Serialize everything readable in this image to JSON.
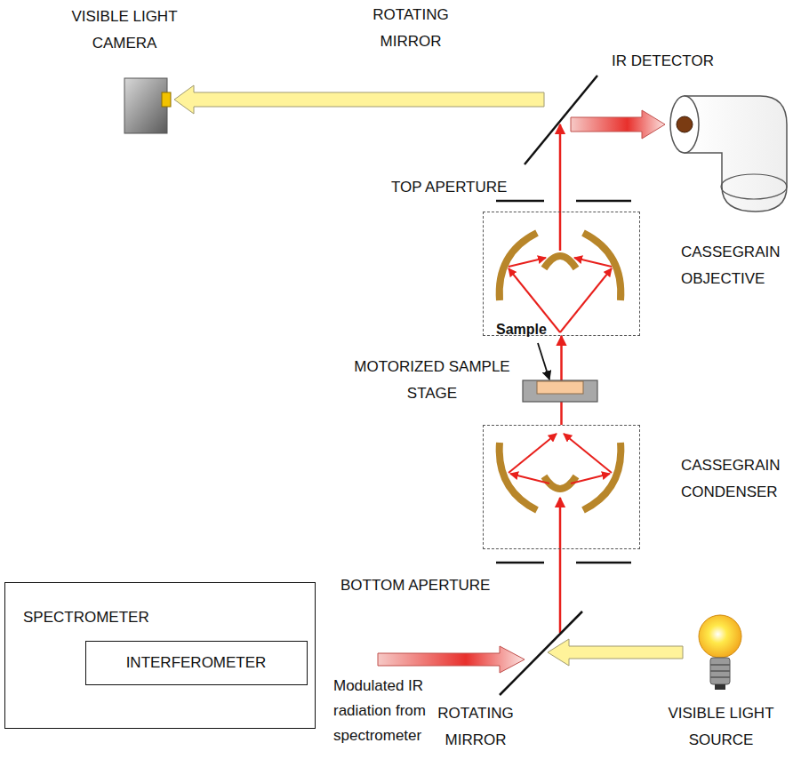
{
  "diagram": {
    "nodes": [
      {
        "text": [
          "SPECTROMETER"
        ]
      },
      {
        "text": [
          "INTERFEROMETER"
        ],
        "in": 0
      },
      {
        "text": [
          "CASSEGRAIN OBJECTIVE"
        ]
      },
      {
        "text": [
          "CASSEGRAIN CONDENSER"
        ]
      }
    ],
    "edges": [
      {
        "from": 3,
        "to": 2,
        "arrow": "to"
      }
    ],
    "labels": [
      "VISIBLE LIGHT CAMERA",
      "ROTATING MIRROR",
      "IR DETECTOR",
      "TOP APERTURE",
      "Sample",
      "MOTORIZED SAMPLE STAGE",
      "BOTTOM APERTURE",
      "Modulated IR radiation from spectrometer",
      "ROTATING MIRROR",
      "VISIBLE LIGHT SOURCE"
    ]
  }
}
